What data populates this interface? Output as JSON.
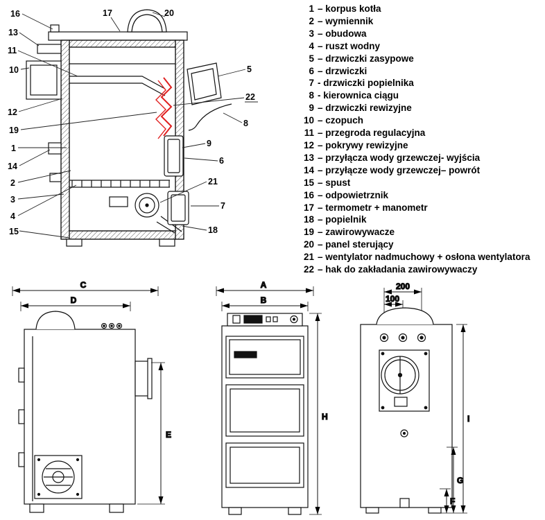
{
  "colors": {
    "line": "#111111",
    "spring_red": "#e02020"
  },
  "legend": {
    "items": [
      {
        "n": "1",
        "t": "– korpus kotła"
      },
      {
        "n": "2",
        "t": "– wymiennik"
      },
      {
        "n": "3",
        "t": "– obudowa"
      },
      {
        "n": "4",
        "t": "– ruszt wodny"
      },
      {
        "n": "5",
        "t": "– drzwiczki zasypowe"
      },
      {
        "n": "6",
        "t": "– drzwiczki"
      },
      {
        "n": "7",
        "t": "- drzwiczki popielnika"
      },
      {
        "n": "8",
        "t": "- kierownica ciągu"
      },
      {
        "n": "9",
        "t": "– drzwiczki rewizyjne"
      },
      {
        "n": "10",
        "t": "– czopuch"
      },
      {
        "n": "11",
        "t": "– przegroda regulacyjna"
      },
      {
        "n": "12",
        "t": "– pokrywy rewizyjne"
      },
      {
        "n": "13",
        "t": "– przyłącza wody grzewczej- wyjścia"
      },
      {
        "n": "14",
        "t": "– przyłącze wody grzewczej– powrót"
      },
      {
        "n": "15",
        "t": "– spust"
      },
      {
        "n": "16",
        "t": "– odpowietrznik"
      },
      {
        "n": "17",
        "t": "– termometr + manometr"
      },
      {
        "n": "18",
        "t": "– popielnik"
      },
      {
        "n": "19",
        "t": "– zawirowywacze"
      },
      {
        "n": "20",
        "t": "– panel sterujący"
      },
      {
        "n": "21",
        "t": "– wentylator nadmuchowy + osłona wentylatora"
      },
      {
        "n": "22",
        "t": "– hak do zakładania zawirowywaczy"
      }
    ]
  },
  "callouts": {
    "c1": "1",
    "c2": "2",
    "c3": "3",
    "c4": "4",
    "c5": "5",
    "c6": "6",
    "c7": "7",
    "c8": "8",
    "c9": "9",
    "c10": "10",
    "c11": "11",
    "c12": "12",
    "c13": "13",
    "c14": "14",
    "c15": "15",
    "c16": "16",
    "c17": "17",
    "c18": "18",
    "c19": "19",
    "c20": "20",
    "c21": "21",
    "c22": "22"
  },
  "dims": {
    "A": "A",
    "B": "B",
    "C": "C",
    "D": "D",
    "E": "E",
    "F": "F",
    "G": "G",
    "H": "H",
    "I": "I",
    "w200": "200",
    "w100": "100"
  }
}
